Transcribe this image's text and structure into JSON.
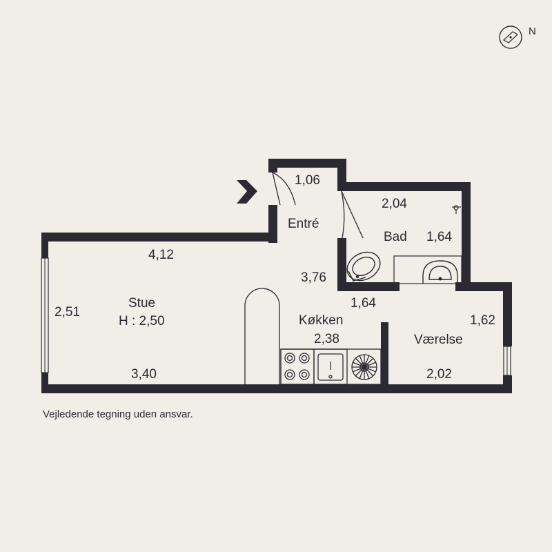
{
  "compass": {
    "north_label": "N"
  },
  "rooms": {
    "entre": {
      "name": "Entré",
      "width": "1,06"
    },
    "bad": {
      "name": "Bad",
      "width": "2,04",
      "depth": "1,64"
    },
    "stue": {
      "name": "Stue",
      "height": "H : 2,50",
      "top": "4,12",
      "left": "2,51",
      "bottom": "3,40"
    },
    "kokken": {
      "name": "Køkken",
      "top": "1,64",
      "bottom": "2,38",
      "wall": "3,76"
    },
    "vaerelse": {
      "name": "Værelse",
      "right": "1,62",
      "bottom": "2,02"
    }
  },
  "disclaimer": "Vejledende tegning uden ansvar.",
  "colors": {
    "wall": "#2b2a33",
    "background": "#f0eee6"
  }
}
